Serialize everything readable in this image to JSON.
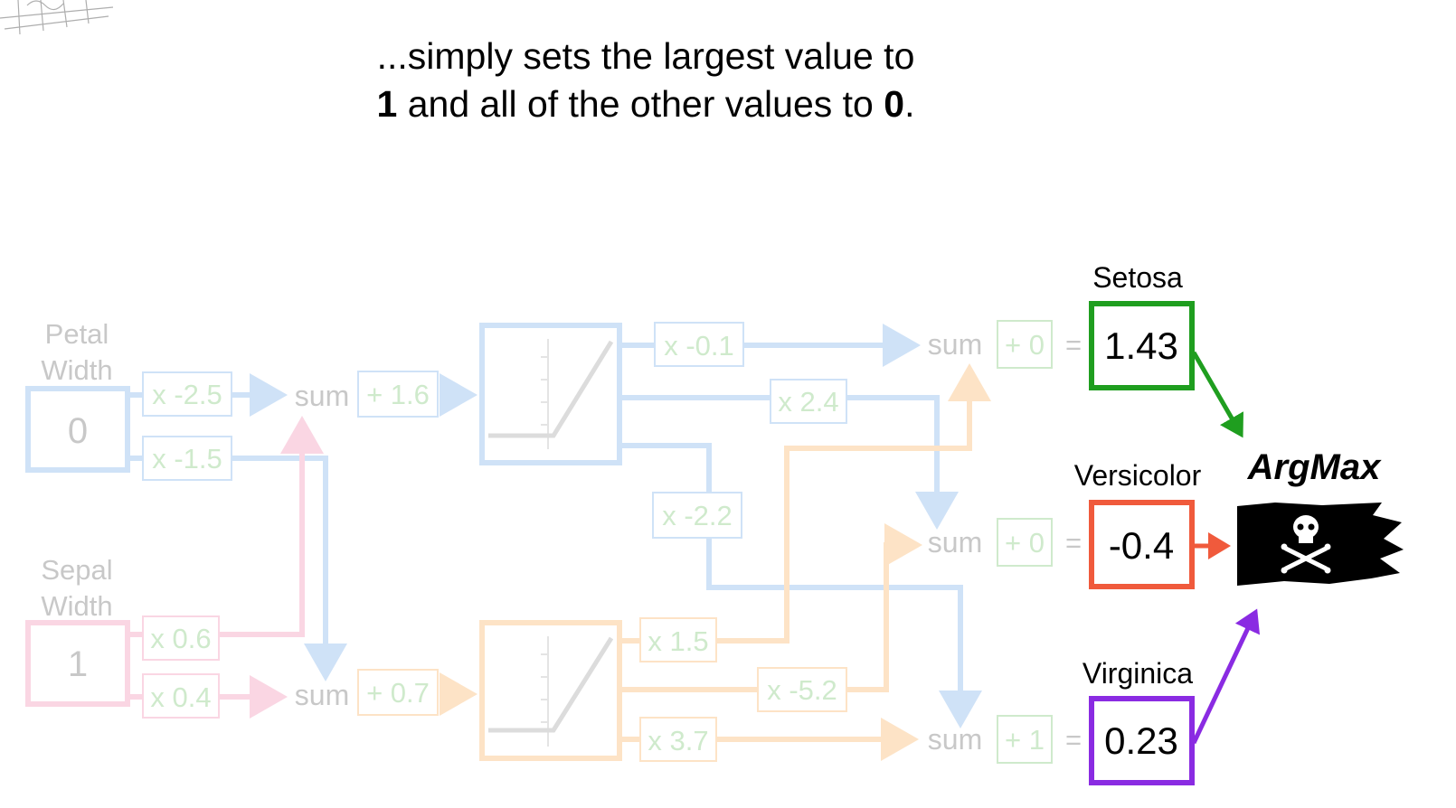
{
  "caption": {
    "line1": "...simply sets the largest value to",
    "line2_prefix": "1",
    "line2_middle": " and all of the other values to ",
    "line2_suffix": "0",
    "line2_end": "."
  },
  "inputs": {
    "petal": {
      "label_line1": "Petal",
      "label_line2": "Width",
      "value": "0"
    },
    "sepal": {
      "label_line1": "Sepal",
      "label_line2": "Width",
      "value": "1"
    }
  },
  "weights": {
    "w_petal_top": "x -2.5",
    "w_petal_bottom": "x -1.5",
    "w_sepal_top": "x 0.6",
    "w_sepal_bottom": "x 0.4",
    "w_blue_setosa": "x -0.1",
    "w_blue_versicolor": "x 2.4",
    "w_blue_virginica": "x -2.2",
    "w_orange_setosa": "x 1.5",
    "w_orange_versicolor": "x -5.2",
    "w_orange_virginica": "x 3.7"
  },
  "hidden": {
    "sum_label": "sum",
    "top_bias": "+ 1.6",
    "bottom_bias": "+ 0.7"
  },
  "outputs": {
    "equals": "=",
    "items": [
      {
        "name": "Setosa",
        "bias": "+ 0",
        "value": "1.43",
        "color": "#1f9e1f"
      },
      {
        "name": "Versicolor",
        "bias": "+ 0",
        "value": "-0.4",
        "color": "#f05a3c"
      },
      {
        "name": "Virginica",
        "bias": "+ 1",
        "value": "0.23",
        "color": "#8a2be2"
      }
    ]
  },
  "argmax": {
    "label": "ArgMax",
    "icon": "skull-crossbones-icon"
  },
  "colors": {
    "blue_faded": "#cfe2f7",
    "orange_faded": "#fde3c6",
    "pink_faded": "#fad6e3",
    "green_faded": "#cfeacc",
    "gray_faded": "#c8c8c8"
  }
}
